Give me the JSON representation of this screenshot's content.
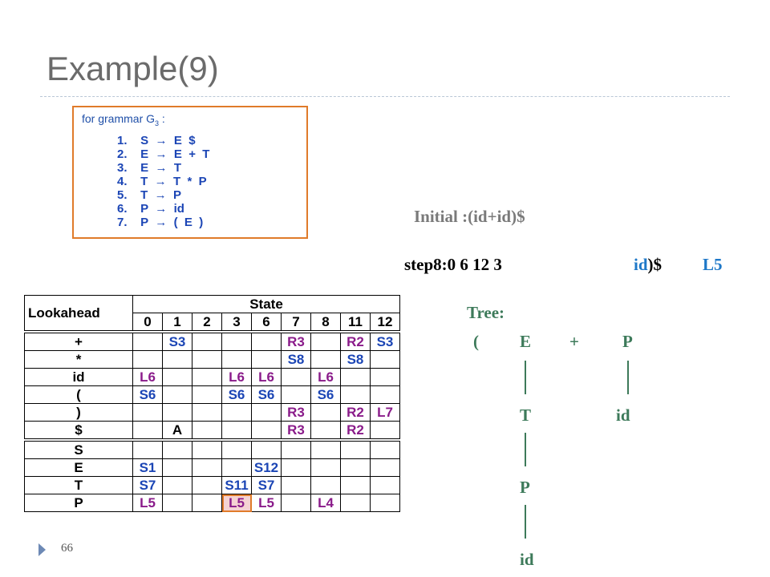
{
  "slide": {
    "title": "Example(9)",
    "page_number": "66"
  },
  "grammar": {
    "caption_prefix": "for grammar  G",
    "caption_sub": "3",
    "caption_suffix": " :",
    "rules": [
      "1.    S  →  E  $",
      "2.    E  →  E  +  T",
      "3.    E  →  T",
      "4.    T  →  T  *  P",
      "5.    T  →  P",
      "6.    P  →  id",
      "7.    P  →  (  E  )"
    ]
  },
  "parse": {
    "initial": "Initial :(id+id)$",
    "step": "step8:0 6 12 3",
    "input_blue": "id",
    "input_black": ")$",
    "action": "L5"
  },
  "table": {
    "lookahead_header": "Lookahead",
    "state_header": "State",
    "states": [
      "0",
      "1",
      "2",
      "3",
      "6",
      "7",
      "8",
      "11",
      "12"
    ],
    "terminal_rows": [
      {
        "symbol": "+",
        "cells": [
          "",
          "S3",
          "",
          "",
          "",
          "R3",
          "",
          "R2",
          "S3"
        ]
      },
      {
        "symbol": "*",
        "cells": [
          "",
          "",
          "",
          "",
          "",
          "S8",
          "",
          "S8",
          ""
        ]
      },
      {
        "symbol": "id",
        "cells": [
          "L6",
          "",
          "",
          "L6",
          "L6",
          "",
          "L6",
          "",
          ""
        ]
      },
      {
        "symbol": "(",
        "cells": [
          "S6",
          "",
          "",
          "S6",
          "S6",
          "",
          "S6",
          "",
          ""
        ]
      },
      {
        "symbol": ")",
        "cells": [
          "",
          "",
          "",
          "",
          "",
          "R3",
          "",
          "R2",
          "L7"
        ]
      },
      {
        "symbol": "$",
        "cells": [
          "",
          "A",
          "",
          "",
          "",
          "R3",
          "",
          "R2",
          ""
        ]
      }
    ],
    "nonterminal_rows": [
      {
        "symbol": "S",
        "cells": [
          "",
          "",
          "",
          "",
          "",
          "",
          "",
          "",
          ""
        ]
      },
      {
        "symbol": "E",
        "cells": [
          "S1",
          "",
          "",
          "",
          "S12",
          "",
          "",
          "",
          ""
        ]
      },
      {
        "symbol": "T",
        "cells": [
          "S7",
          "",
          "",
          "S11",
          "S7",
          "",
          "",
          "",
          ""
        ]
      },
      {
        "symbol": "P",
        "cells": [
          "L5",
          "",
          "",
          "L5",
          "L5",
          "",
          "L4",
          "",
          ""
        ]
      }
    ],
    "colors": {
      "S": "#1b45b5",
      "R": "#8a1b8a",
      "L": "#8a1b8a",
      "A": "#000000"
    }
  },
  "tree": {
    "label": "Tree:",
    "nodes": {
      "lparen": "(",
      "E": "E",
      "plus": "+",
      "P_top": "P",
      "T": "T",
      "id_right": "id",
      "P_mid": "P",
      "id_bottom": "id"
    }
  }
}
